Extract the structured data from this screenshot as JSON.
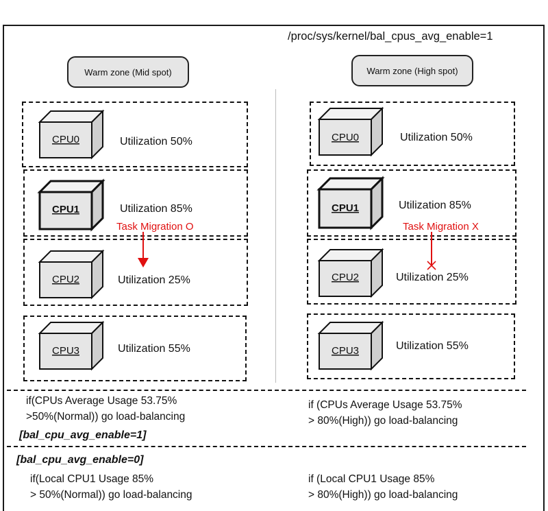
{
  "config_path": "/proc/sys/kernel/bal_cpus_avg_enable=1",
  "left": {
    "zone_label": "Warm zone (Mid spot)",
    "cpus": [
      {
        "name": "CPU0",
        "utilization": "Utilization 50%"
      },
      {
        "name": "CPU1",
        "utilization": "Utilization 85%"
      },
      {
        "name": "CPU2",
        "utilization": "Utilization 25%"
      },
      {
        "name": "CPU3",
        "utilization": "Utilization 55%"
      }
    ],
    "migration_label": "Task Migration O",
    "avg_line1": "if(CPUs Average Usage 53.75%",
    "avg_line2": ">50%(Normal)) go load-balancing",
    "local_line1": "if(Local CPU1 Usage 85%",
    "local_line2": "> 50%(Normal)) go load-balancing"
  },
  "right": {
    "zone_label": "Warm zone (High spot)",
    "cpus": [
      {
        "name": "CPU0",
        "utilization": "Utilization 50%"
      },
      {
        "name": "CPU1",
        "utilization": "Utilization 85%"
      },
      {
        "name": "CPU2",
        "utilization": "Utilization 25%"
      },
      {
        "name": "CPU3",
        "utilization": "Utilization 55%"
      }
    ],
    "migration_label": "Task Migration X",
    "avg_line1": "if (CPUs Average Usage 53.75%",
    "avg_line2": "> 80%(High)) go load-balancing",
    "local_line1": "if (Local CPU1 Usage 85%",
    "local_line2": "> 80%(High)) go load-balancing"
  },
  "flag_enabled": "[bal_cpu_avg_enable=1]",
  "flag_disabled": "[bal_cpu_avg_enable=0]",
  "colors": {
    "migration": "#e01010",
    "cpu_face": "#e6e6e6",
    "cpu_side": "#cfcfcf",
    "cpu_top": "#f2f2f2"
  }
}
